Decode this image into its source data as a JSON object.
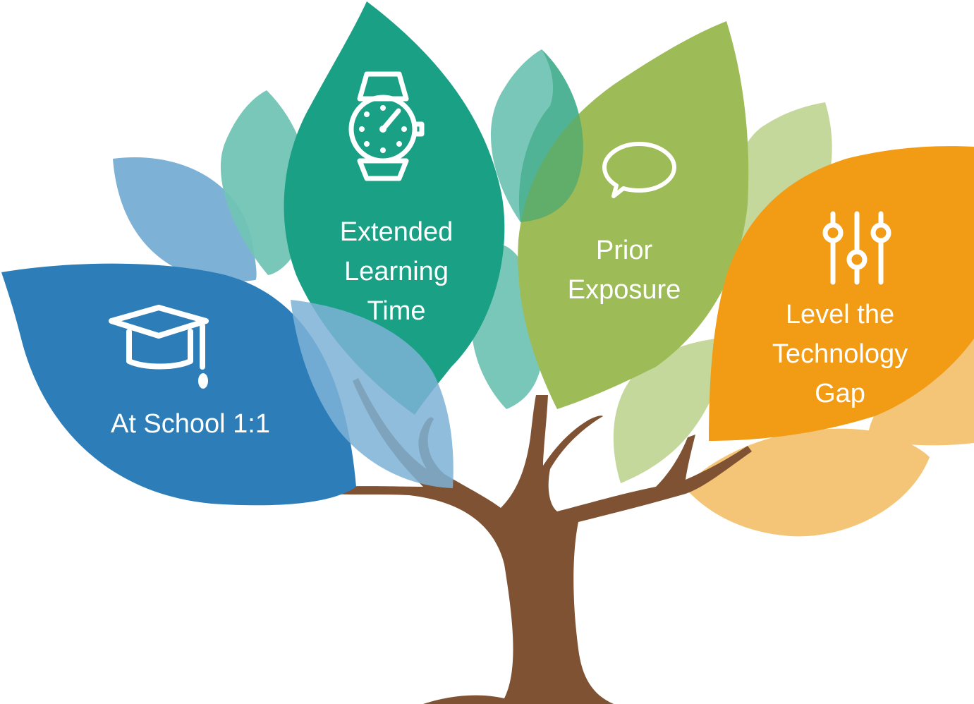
{
  "colors": {
    "trunk": "#7e5232",
    "blue": "#2c7db8",
    "blue_light": "#7eb1d6",
    "teal": "#19a085",
    "teal_light": "#72c4b5",
    "green": "#9dbc58",
    "green_light": "#c4d89c",
    "orange": "#f29b14",
    "orange_light": "#f5c577",
    "text": "#ffffff"
  },
  "leaves": [
    {
      "id": "at-school",
      "lines": [
        "At School 1:1"
      ],
      "icon": "graduation-cap-icon",
      "color": "blue"
    },
    {
      "id": "extended-learning",
      "lines": [
        "Extended",
        "Learning",
        "Time"
      ],
      "icon": "wristwatch-icon",
      "color": "teal"
    },
    {
      "id": "prior-exposure",
      "lines": [
        "Prior",
        "Exposure"
      ],
      "icon": "speech-bubble-icon",
      "color": "green"
    },
    {
      "id": "level-technology",
      "lines": [
        "Level the",
        "Technology",
        "Gap"
      ],
      "icon": "sliders-icon",
      "color": "orange"
    }
  ]
}
